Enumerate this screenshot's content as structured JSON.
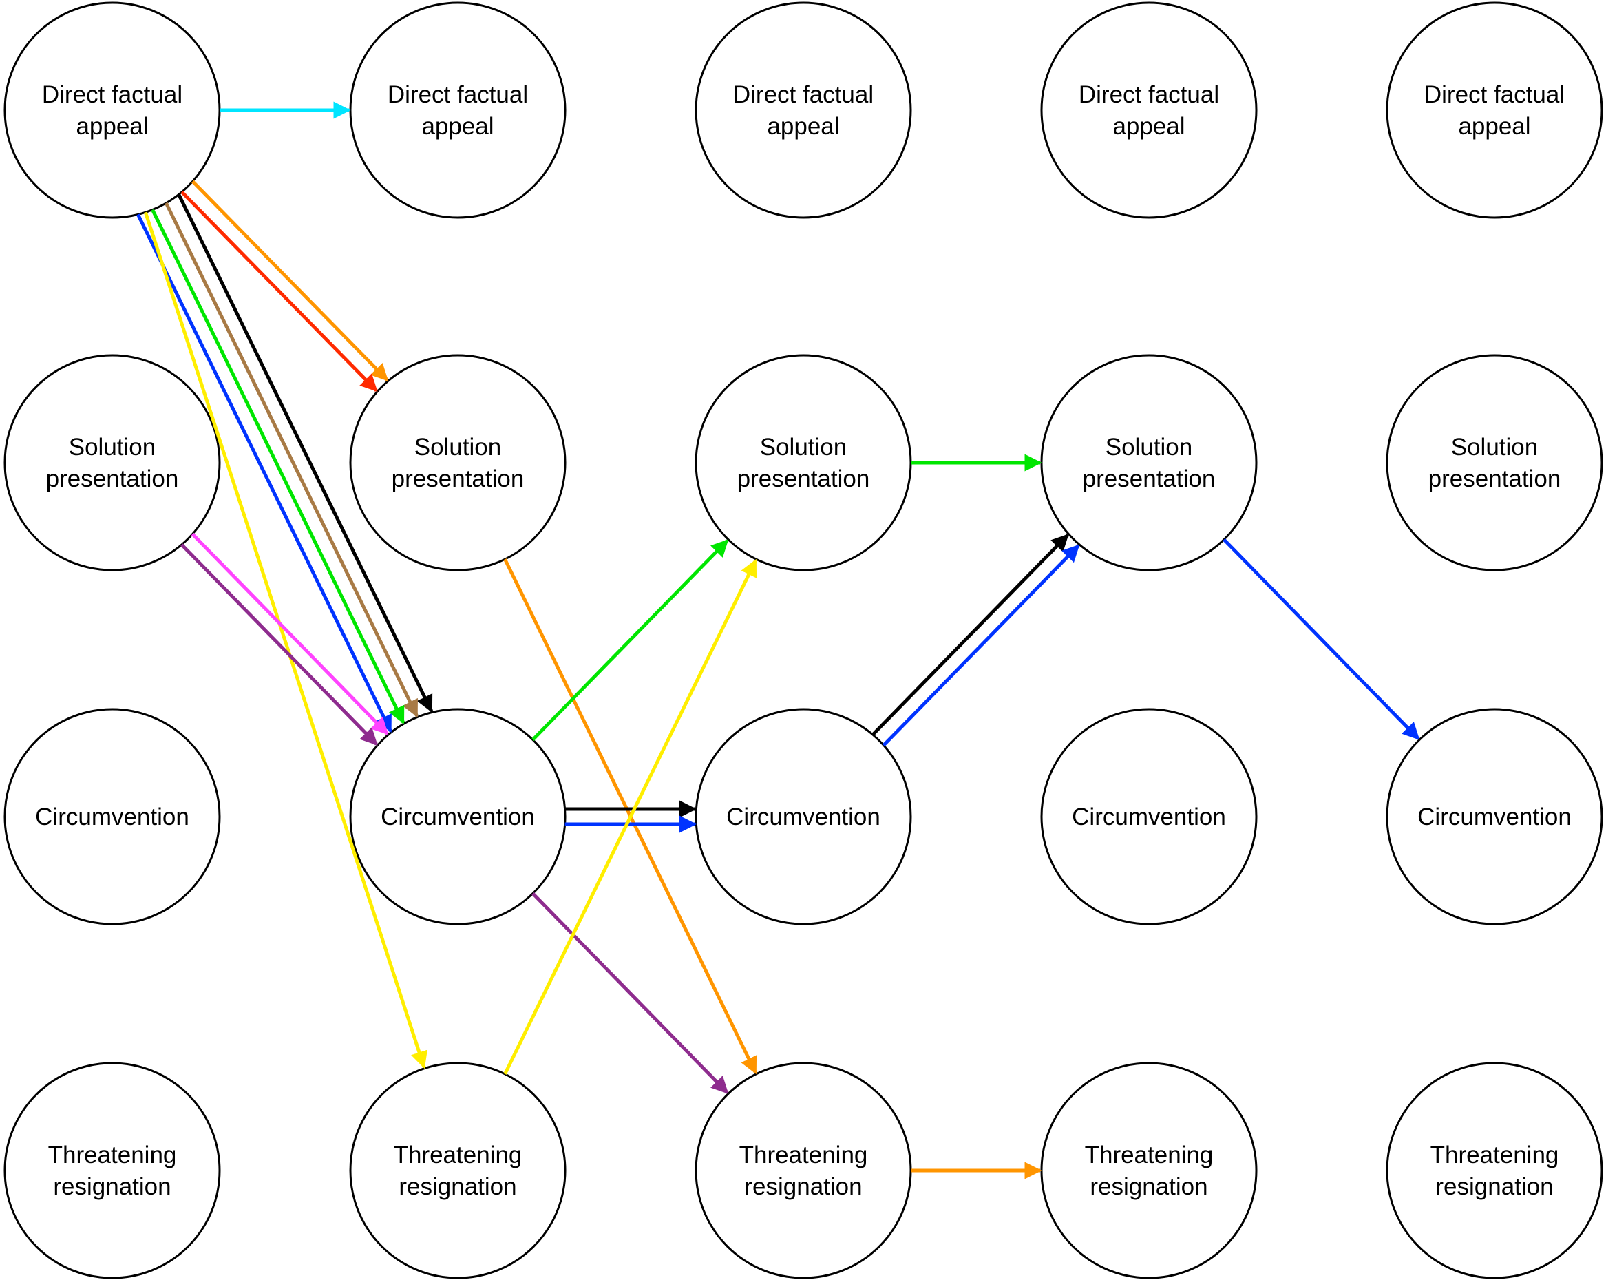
{
  "rows": [
    {
      "id": "direct",
      "lines": [
        "Direct factual",
        "appeal"
      ]
    },
    {
      "id": "solution",
      "lines": [
        "Solution",
        "presentation"
      ]
    },
    {
      "id": "circ",
      "lines": [
        "Circumvention"
      ]
    },
    {
      "id": "threat",
      "lines": [
        "Threatening",
        "resignation"
      ]
    }
  ],
  "columns": 5,
  "colors": {
    "cyan": "#00e5ff",
    "orange": "#ff9500",
    "red": "#ff2a00",
    "black": "#000000",
    "brown": "#a87a45",
    "green": "#00e600",
    "blue": "#0033ff",
    "yellow": "#ffee00",
    "magenta": "#ff44ff",
    "purple": "#8e2c8e"
  },
  "edges": [
    {
      "from": [
        0,
        "direct"
      ],
      "to": [
        1,
        "direct"
      ],
      "color": "cyan"
    },
    {
      "from": [
        0,
        "direct"
      ],
      "to": [
        1,
        "solution"
      ],
      "color": "orange"
    },
    {
      "from": [
        0,
        "direct"
      ],
      "to": [
        1,
        "solution"
      ],
      "color": "red"
    },
    {
      "from": [
        0,
        "direct"
      ],
      "to": [
        1,
        "circ"
      ],
      "color": "black"
    },
    {
      "from": [
        0,
        "direct"
      ],
      "to": [
        1,
        "circ"
      ],
      "color": "brown"
    },
    {
      "from": [
        0,
        "direct"
      ],
      "to": [
        1,
        "circ"
      ],
      "color": "green"
    },
    {
      "from": [
        0,
        "direct"
      ],
      "to": [
        1,
        "circ"
      ],
      "color": "blue"
    },
    {
      "from": [
        0,
        "direct"
      ],
      "to": [
        1,
        "threat"
      ],
      "color": "yellow"
    },
    {
      "from": [
        0,
        "solution"
      ],
      "to": [
        1,
        "circ"
      ],
      "color": "magenta"
    },
    {
      "from": [
        0,
        "solution"
      ],
      "to": [
        1,
        "circ"
      ],
      "color": "purple"
    },
    {
      "from": [
        1,
        "solution"
      ],
      "to": [
        2,
        "threat"
      ],
      "color": "orange"
    },
    {
      "from": [
        1,
        "circ"
      ],
      "to": [
        2,
        "solution"
      ],
      "color": "green"
    },
    {
      "from": [
        1,
        "circ"
      ],
      "to": [
        2,
        "circ"
      ],
      "color": "black"
    },
    {
      "from": [
        1,
        "circ"
      ],
      "to": [
        2,
        "circ"
      ],
      "color": "blue"
    },
    {
      "from": [
        1,
        "circ"
      ],
      "to": [
        2,
        "threat"
      ],
      "color": "purple"
    },
    {
      "from": [
        1,
        "threat"
      ],
      "to": [
        2,
        "solution"
      ],
      "color": "yellow"
    },
    {
      "from": [
        2,
        "solution"
      ],
      "to": [
        3,
        "solution"
      ],
      "color": "green"
    },
    {
      "from": [
        2,
        "circ"
      ],
      "to": [
        3,
        "solution"
      ],
      "color": "black"
    },
    {
      "from": [
        2,
        "circ"
      ],
      "to": [
        3,
        "solution"
      ],
      "color": "blue"
    },
    {
      "from": [
        2,
        "threat"
      ],
      "to": [
        3,
        "threat"
      ],
      "color": "orange"
    },
    {
      "from": [
        3,
        "solution"
      ],
      "to": [
        4,
        "circ"
      ],
      "color": "blue"
    }
  ]
}
